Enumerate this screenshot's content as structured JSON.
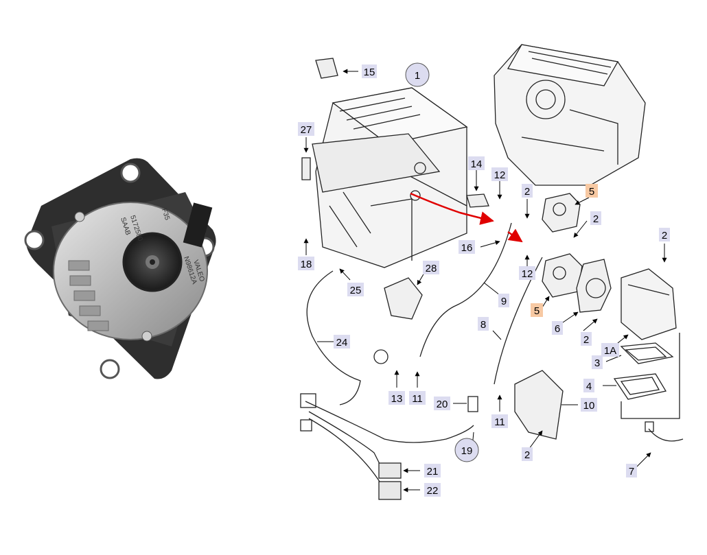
{
  "photo": {
    "sticker_text": [
      "VALEO",
      "N98612A",
      "F35",
      "5172580",
      "SAAB"
    ]
  },
  "diagram": {
    "main_callout": "1",
    "labels": {
      "l15": "15",
      "l27": "27",
      "l14": "14",
      "l12a": "12",
      "l2a": "2",
      "l5a": "5",
      "l2b": "2",
      "l16": "16",
      "l12b": "12",
      "l2c": "2",
      "l18": "18",
      "l25": "25",
      "l28": "28",
      "l9": "9",
      "l5b": "5",
      "l6": "6",
      "l2d": "2",
      "l1A": "1A",
      "l3": "3",
      "l8": "8",
      "l24": "24",
      "l13": "13",
      "l11a": "11",
      "l4": "4",
      "l20": "20",
      "l11b": "11",
      "l10": "10",
      "l19": "19",
      "l2e": "2",
      "l21": "21",
      "l22": "22",
      "l7": "7"
    },
    "highlight_color": "#f7c9a3",
    "label_box_color": "#dcdcf0",
    "arrow_color": "#e00000"
  }
}
